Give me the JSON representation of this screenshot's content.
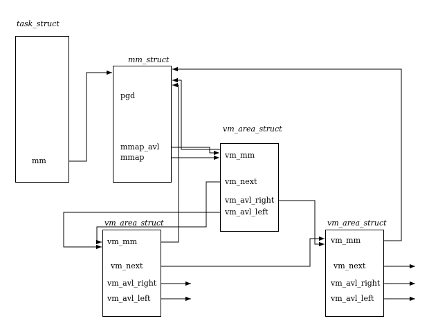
{
  "diagram": {
    "boxes": {
      "task_struct": {
        "label": "task_struct",
        "fields": {
          "mm": "mm"
        }
      },
      "mm_struct": {
        "label": "mm_struct",
        "fields": {
          "pgd": "pgd",
          "mmap_avl": "mmap_avl",
          "mmap": "mmap"
        }
      },
      "vma_root": {
        "label": "vm_area_struct",
        "fields": {
          "vm_mm": "vm_mm",
          "vm_next": "vm_next",
          "vm_avl_right": "vm_avl_right",
          "vm_avl_left": "vm_avl_left"
        }
      },
      "vma_left": {
        "label": "vm_area_struct",
        "fields": {
          "vm_mm": "vm_mm",
          "vm_next": "vm_next",
          "vm_avl_right": "vm_avl_right",
          "vm_avl_left": "vm_avl_left"
        }
      },
      "vma_right": {
        "label": "vm_area_struct",
        "fields": {
          "vm_mm": "vm_mm",
          "vm_next": "vm_next",
          "vm_avl_right": "vm_avl_right",
          "vm_avl_left": "vm_avl_left"
        }
      }
    },
    "edges": [
      {
        "from": "task_struct.mm",
        "to": "mm_struct"
      },
      {
        "from": "mm_struct.mmap",
        "to": "vma_root"
      },
      {
        "from": "mm_struct.mmap_avl",
        "to": "vma_root"
      },
      {
        "from": "vma_root.vm_mm",
        "to": "mm_struct"
      },
      {
        "from": "vma_left.vm_mm",
        "to": "mm_struct"
      },
      {
        "from": "vma_right.vm_mm",
        "to": "mm_struct"
      },
      {
        "from": "vma_root.vm_next",
        "to": "vma_left"
      },
      {
        "from": "vma_root.vm_avl_left",
        "to": "vma_left"
      },
      {
        "from": "vma_root.vm_avl_right",
        "to": "vma_right"
      },
      {
        "from": "vma_left.vm_next",
        "to": "vma_right"
      },
      {
        "from": "vma_left.vm_avl_right",
        "to": "null"
      },
      {
        "from": "vma_left.vm_avl_left",
        "to": "null"
      },
      {
        "from": "vma_right.vm_next",
        "to": "null"
      },
      {
        "from": "vma_right.vm_avl_right",
        "to": "null"
      },
      {
        "from": "vma_right.vm_avl_left",
        "to": "null"
      }
    ],
    "colors": {
      "line": "#000000",
      "background": "#ffffff"
    }
  }
}
